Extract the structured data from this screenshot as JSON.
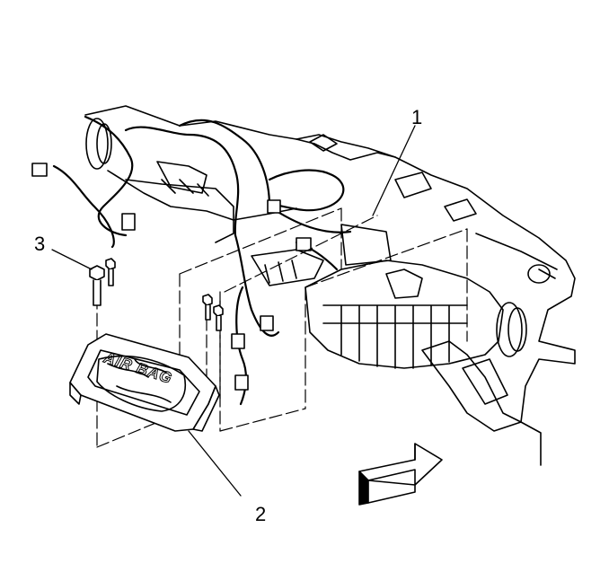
{
  "callouts": {
    "c1": "1",
    "c2": "2",
    "c3": "3"
  },
  "airbag_text": "AIR BAG",
  "icons": {
    "view_arrow": "front-view-arrow-icon"
  }
}
